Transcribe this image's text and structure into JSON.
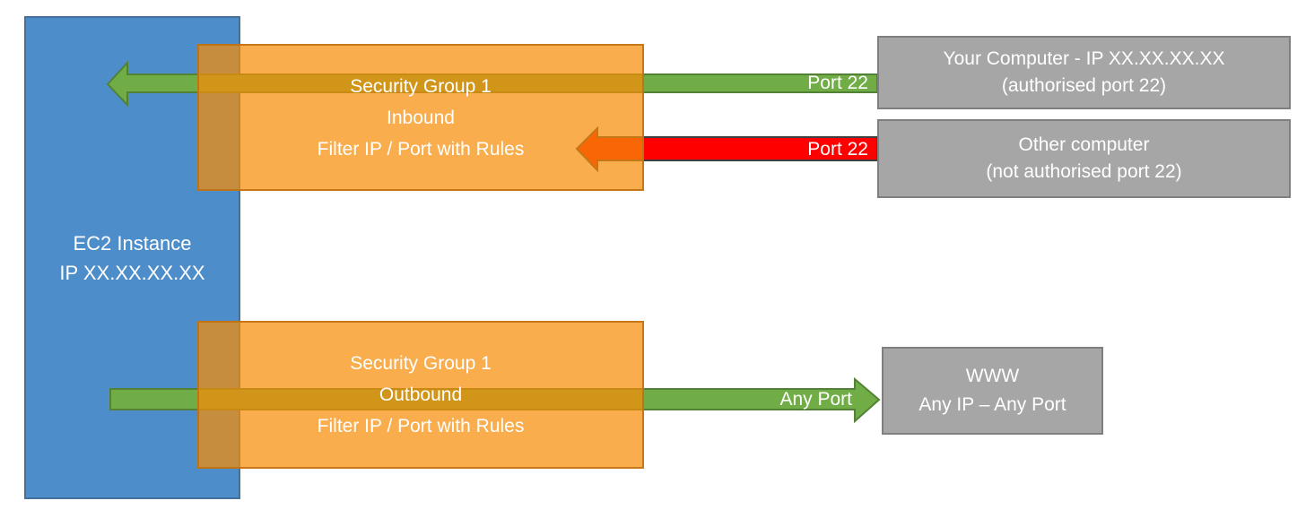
{
  "diagram": {
    "ec2_instance": {
      "line1": "EC2 Instance",
      "line2": "IP XX.XX.XX.XX"
    },
    "security_group_inbound": {
      "line1": "Security Group 1",
      "line2": "Inbound",
      "line3": "Filter IP / Port with Rules"
    },
    "security_group_outbound": {
      "line1": "Security Group 1",
      "line2": "Outbound",
      "line3": "Filter IP / Port with Rules"
    },
    "your_computer": {
      "line1": "Your Computer - IP XX.XX.XX.XX",
      "line2": "(authorised port 22)"
    },
    "other_computer": {
      "line1": "Other computer",
      "line2": "(not authorised port 22)"
    },
    "www": {
      "line1": "WWW",
      "line2": "Any IP – Any Port"
    },
    "arrow_labels": {
      "inbound_allowed_port": "Port 22",
      "inbound_blocked_port": "Port 22",
      "outbound_port": "Any Port"
    },
    "colors": {
      "ec2_blue": "#4D8DCA",
      "ec2_border": "#41719C",
      "sg_orange": "#F78E09",
      "allowed_green": "#70AD47",
      "green_border": "#538135",
      "blocked_red": "#FF0000",
      "red_border": "#3F3F3F",
      "endpoint_gray": "#A6A6A6",
      "gray_border": "#7F7F7F"
    }
  }
}
